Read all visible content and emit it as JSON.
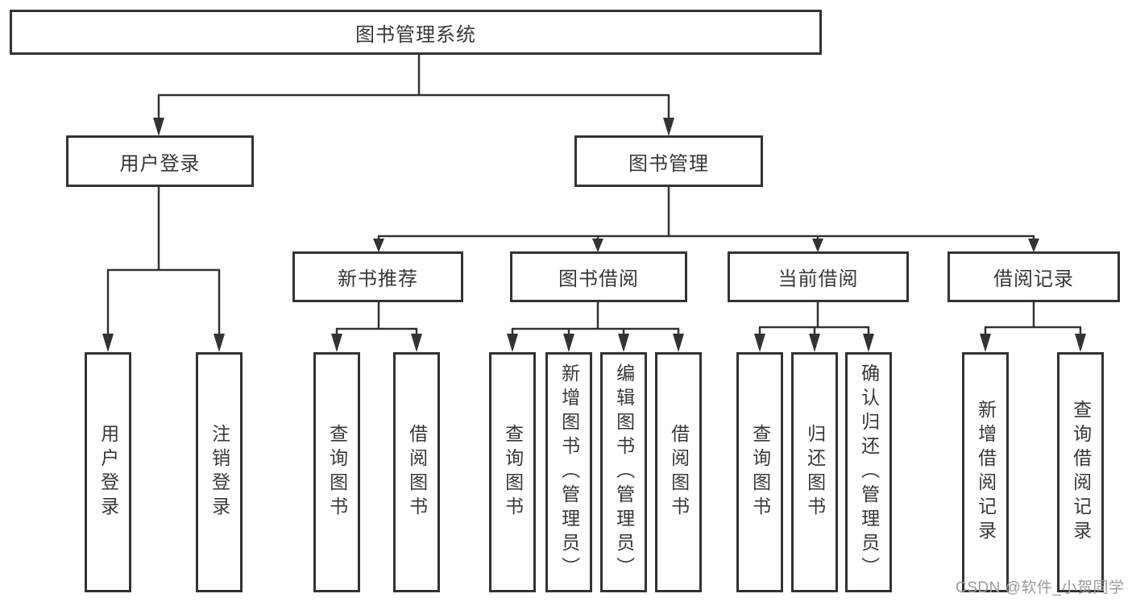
{
  "colors": {
    "line": "#333333",
    "box_border": "#333333",
    "text": "#383838",
    "watermark": "#9a9aa2"
  },
  "diagram": {
    "root": {
      "label": "图书管理系统"
    },
    "user_login": {
      "label": "用户登录",
      "children": [
        {
          "label": "用户登录"
        },
        {
          "label": "注销登录"
        }
      ]
    },
    "book_management": {
      "label": "图书管理",
      "children": [
        {
          "label": "新书推荐",
          "children": [
            {
              "label": "查询图书"
            },
            {
              "label": "借阅图书"
            }
          ]
        },
        {
          "label": "图书借阅",
          "children": [
            {
              "label": "查询图书"
            },
            {
              "label": "新增图书（管理员）"
            },
            {
              "label": "编辑图书（管理员）"
            },
            {
              "label": "借阅图书"
            }
          ]
        },
        {
          "label": "当前借阅",
          "children": [
            {
              "label": "查询图书"
            },
            {
              "label": "归还图书"
            },
            {
              "label": "确认归还（管理员）"
            }
          ]
        },
        {
          "label": "借阅记录",
          "children": [
            {
              "label": "新增借阅记录"
            },
            {
              "label": "查询借阅记录"
            }
          ]
        }
      ]
    },
    "watermark": "CSDN @软件_小贺同学"
  }
}
